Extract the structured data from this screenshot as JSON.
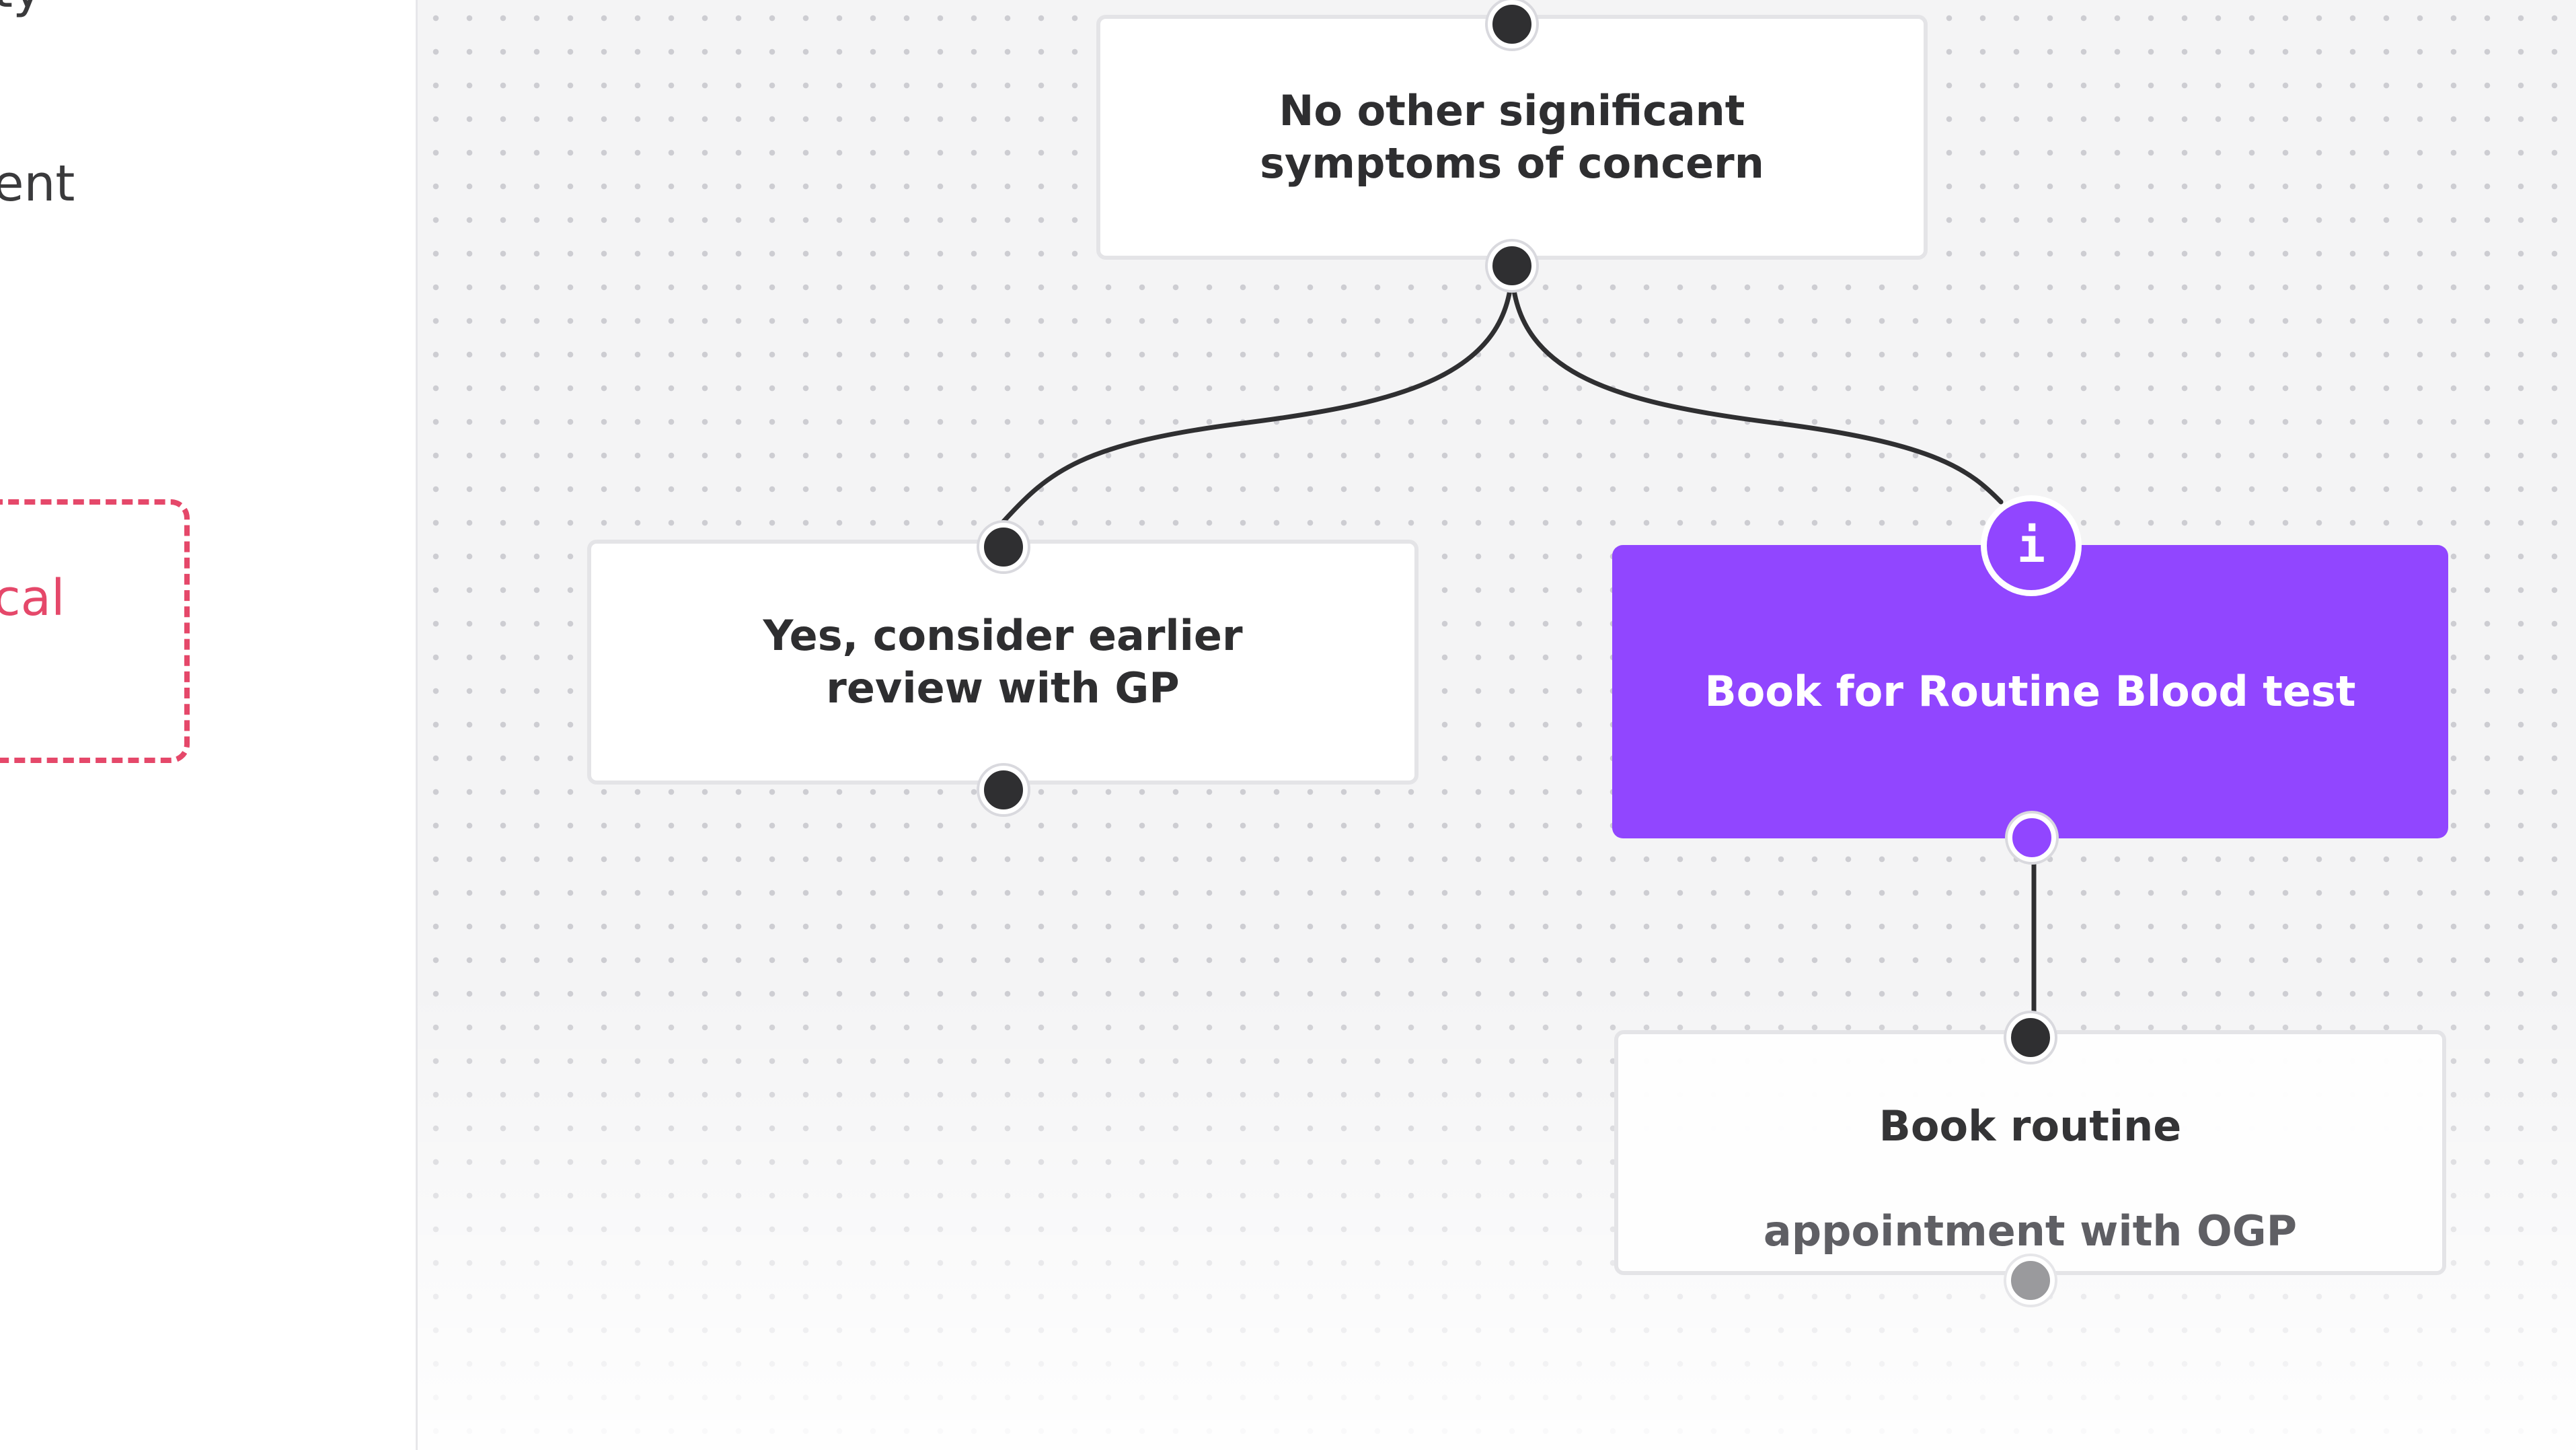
{
  "sidebar": {
    "fragment_1": "ty",
    "fragment_2": "ent",
    "fragment_3": "cal"
  },
  "nodes": {
    "no_symptoms": "No other significant\nsymptoms of concern",
    "gp_review": "Yes, consider earlier\nreview with GP",
    "blood_test": "Book for Routine Blood test",
    "ogp_line_1": "Book routine",
    "ogp_line_2": "appointment with OGP"
  },
  "info_badge": "i",
  "colors": {
    "accent": "#9146ff",
    "warning_dashed": "#e5486a",
    "connector": "#2f2f31"
  }
}
